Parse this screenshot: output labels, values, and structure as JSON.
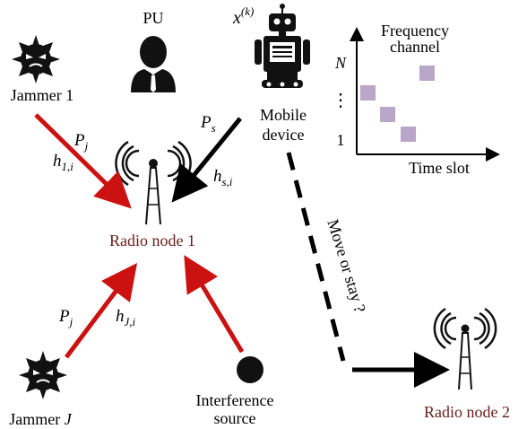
{
  "labels": {
    "pu": "PU",
    "jammer_1": "Jammer 1",
    "jammer_j_prefix": "Jammer ",
    "jammer_j_var": "J",
    "mobile_device_line1": "Mobile",
    "mobile_device_line2": "device",
    "radio_node_1": "Radio node 1",
    "radio_node_2": "Radio node 2",
    "interference_line1": "Interference",
    "interference_line2": "source",
    "move_or_stay": "Move or stay ?"
  },
  "math": {
    "robot_state_base": "x",
    "robot_state_sup": "(k)",
    "p_j_base": "P",
    "p_j_sub": "j",
    "p_s_base": "P",
    "p_s_sub": "s",
    "h_1i_base": "h",
    "h_1i_sub": "1,i",
    "h_si_base": "h",
    "h_si_sub": "s,i",
    "h_Ji_base": "h",
    "h_Ji_sub": "J,i"
  },
  "inset": {
    "title_line1": "Frequency",
    "title_line2": "channel",
    "x_label": "Time slot",
    "y_top": "N",
    "y_bottom": "1",
    "y_dots": "⋮",
    "square_color": "#b9a6c9"
  },
  "colors": {
    "jam_arrow": "#cc1111",
    "black_arrow": "#000000"
  }
}
